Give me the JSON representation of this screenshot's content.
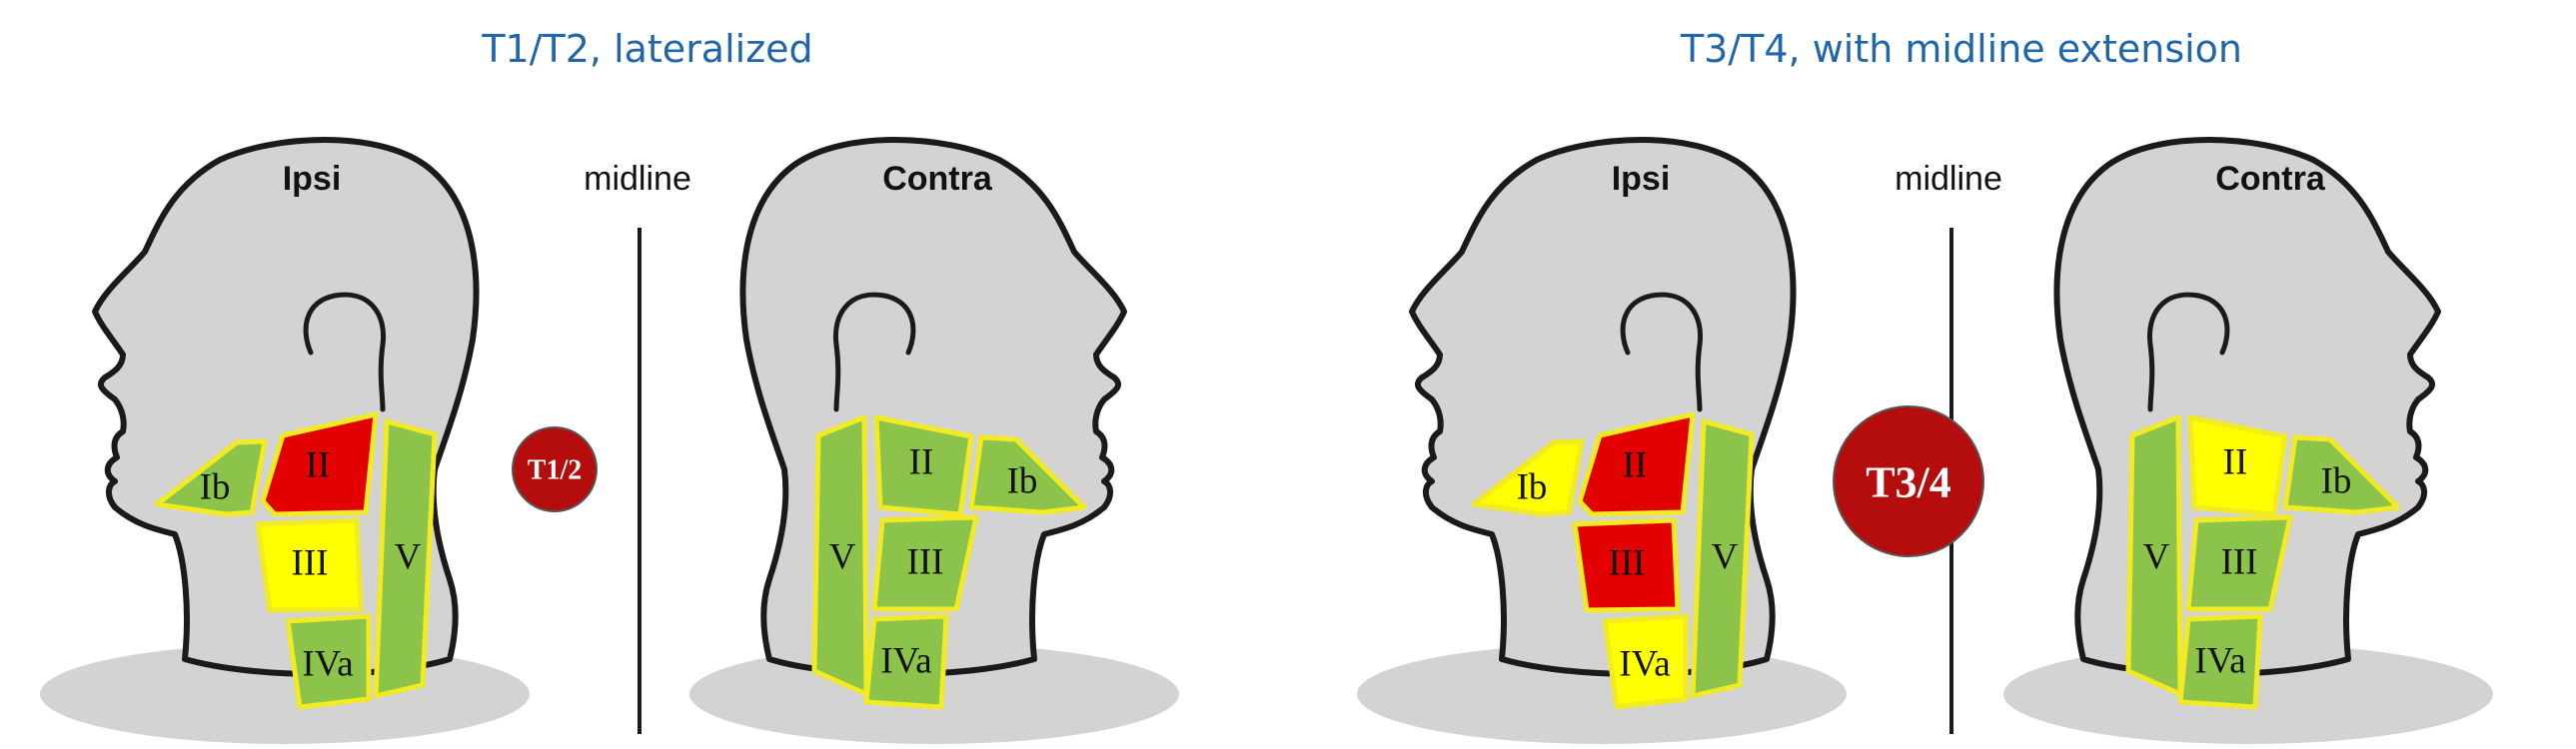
{
  "colors": {
    "title": "#2266aa",
    "head_fill": "#d3d3d3",
    "outline": "#1a1a1a",
    "zone_border": "#f2ea22",
    "high_risk": "#e20000",
    "intermediate_risk": "#ffff00",
    "low_risk": "#8cc34b",
    "tumor": "#b50d0d"
  },
  "panels": [
    {
      "title": "T1/T2, lateralized",
      "ipsi_label": "Ipsi",
      "contra_label": "Contra",
      "midline_label": "midline",
      "tumor_label": "T1/2",
      "tumor_size": "small",
      "tumor_on_midline": false,
      "ipsi_levels": [
        {
          "label": "Ib",
          "risk": "low"
        },
        {
          "label": "II",
          "risk": "high"
        },
        {
          "label": "III",
          "risk": "intermediate"
        },
        {
          "label": "IVa",
          "risk": "low"
        },
        {
          "label": "V",
          "risk": "low"
        }
      ],
      "contra_levels": [
        {
          "label": "V",
          "risk": "low"
        },
        {
          "label": "II",
          "risk": "low"
        },
        {
          "label": "III",
          "risk": "low"
        },
        {
          "label": "IVa",
          "risk": "low"
        },
        {
          "label": "Ib",
          "risk": "low"
        }
      ]
    },
    {
      "title": "T3/T4, with midline extension",
      "ipsi_label": "Ipsi",
      "contra_label": "Contra",
      "midline_label": "midline",
      "tumor_label": "T3/4",
      "tumor_size": "large",
      "tumor_on_midline": true,
      "ipsi_levels": [
        {
          "label": "Ib",
          "risk": "intermediate"
        },
        {
          "label": "II",
          "risk": "high"
        },
        {
          "label": "III",
          "risk": "high"
        },
        {
          "label": "IVa",
          "risk": "intermediate"
        },
        {
          "label": "V",
          "risk": "low"
        }
      ],
      "contra_levels": [
        {
          "label": "V",
          "risk": "low"
        },
        {
          "label": "II",
          "risk": "intermediate"
        },
        {
          "label": "III",
          "risk": "low"
        },
        {
          "label": "IVa",
          "risk": "low"
        },
        {
          "label": "Ib",
          "risk": "low"
        }
      ]
    }
  ]
}
